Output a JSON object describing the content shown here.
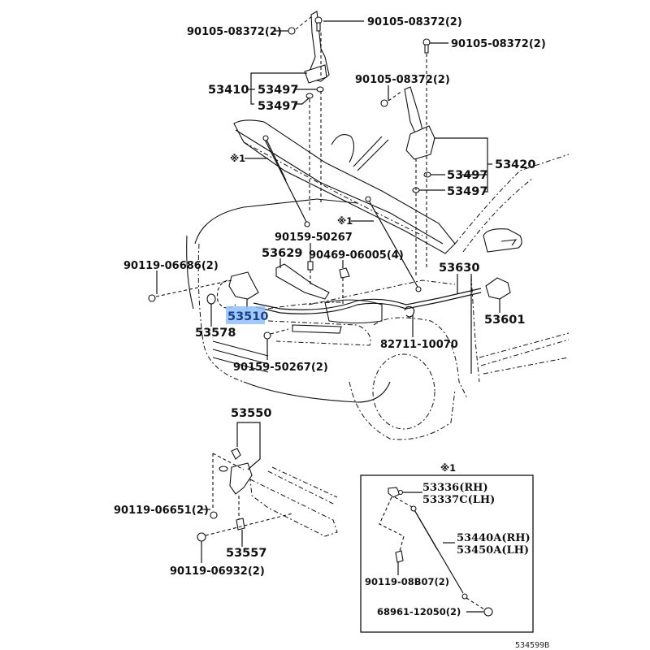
{
  "diagram": {
    "title": "Hood lock & hinge parts diagram",
    "figure_ref": "534599B",
    "highlight_color": "#8fc0ff",
    "highlighted_part": "53510",
    "note_mark": "※1",
    "labels": {
      "bolt_hinge_left": "90105-08372(2)",
      "bolt_hinge_top": "90105-08372(2)",
      "bolt_hinge_right_top": "90105-08372(2)",
      "bolt_hinge_right": "90105-08372(2)",
      "hinge_left": "53410",
      "washer_left_1": "53497",
      "washer_left_2": "53497",
      "hinge_right": "53420",
      "washer_right_1": "53497",
      "washer_right_2": "53497",
      "note_left": "※1",
      "note_right": "※1",
      "screw_upper": "90159-50267",
      "clip_lock": "90119-06686(2)",
      "support_53629": "53629",
      "clip_90469": "90469-06005(4)",
      "cable_53630": "53630",
      "lock_53510": "53510",
      "cushion_53578": "53578",
      "lever_53601": "53601",
      "clamp_82711": "82711-10070",
      "screw_lower": "90159-50267(2)",
      "catch_53550": "53550",
      "bolt_06651": "90119-06651(2)",
      "bolt_06932": "90119-06932(2)",
      "catch_53557": "53557"
    },
    "inset": {
      "title": "※1",
      "ball_joint_rh": "53336(RH)",
      "ball_joint_lh": "53337C(LH)",
      "support_rh": "53440A(RH)",
      "support_lh": "53450A(LH)",
      "bolt_08b07": "90119-08B07(2)",
      "nut_12050": "68961-12050(2)"
    }
  }
}
